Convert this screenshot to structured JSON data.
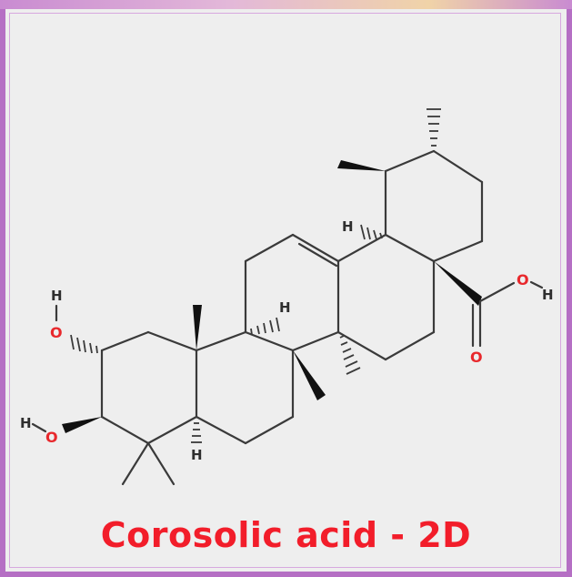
{
  "caption": "Corosolic acid - 2D",
  "atoms": {
    "h": "H",
    "o": "O"
  },
  "colors": {
    "caption": "#f21d2a",
    "oxygen": "#e8282c",
    "bond": "#3a3a3a",
    "frame": "#b56fc4",
    "background": "#eeeeee"
  }
}
